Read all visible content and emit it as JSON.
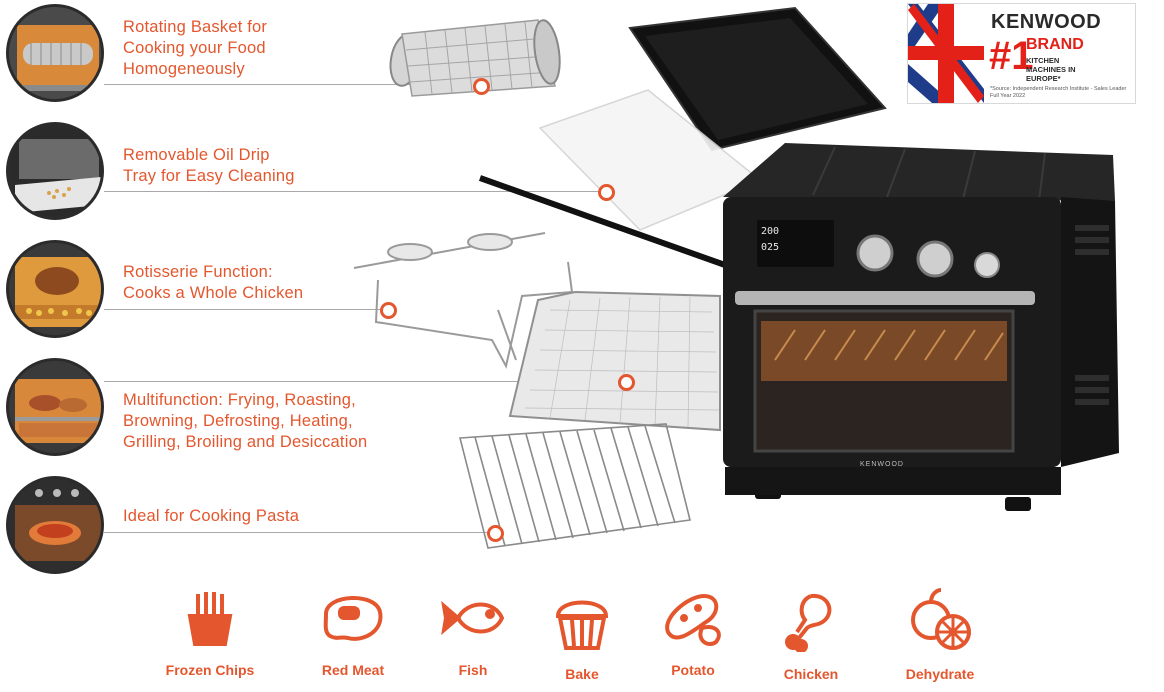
{
  "brand": {
    "name": "KENWOOD",
    "rank": "#1",
    "headline": "BRAND",
    "subtitle": "KITCHEN MACHINES IN EUROPE*",
    "source": "*Source: Independent Research Institute - Sales Leader Full Year 2022"
  },
  "oven": {
    "display_time": "200",
    "display_timer": "025",
    "brand_label": "KENWOOD"
  },
  "features": [
    {
      "text": "Rotating Basket for Cooking your Food Homogeneously",
      "lines": [
        "Rotating Basket for",
        "Cooking your Food",
        "Homogeneously"
      ]
    },
    {
      "text": "Removable Oil Drip Tray for Easy Cleaning",
      "lines": [
        "Removable Oil Drip",
        "Tray for Easy Cleaning"
      ]
    },
    {
      "text": "Rotisserie Function: Cooks a Whole Chicken",
      "lines": [
        "Rotisserie Function:",
        "Cooks a Whole Chicken"
      ]
    },
    {
      "text": "Multifunction: Frying, Roasting, Browning, Defrosting, Heating, Grilling, Broiling and Desiccation",
      "lines": [
        "Multifunction: Frying, Roasting,",
        "Browning, Defrosting, Heating,",
        "Grilling, Broiling and Desiccation"
      ]
    },
    {
      "text": "Ideal for Cooking Pasta",
      "lines": [
        "Ideal for Cooking Pasta"
      ]
    }
  ],
  "foods": [
    {
      "label": "Frozen Chips",
      "icon": "fries-icon"
    },
    {
      "label": "Red Meat",
      "icon": "steak-icon"
    },
    {
      "label": "Fish",
      "icon": "fish-icon"
    },
    {
      "label": "Bake",
      "icon": "cupcake-icon"
    },
    {
      "label": "Potato",
      "icon": "potato-icon"
    },
    {
      "label": "Chicken",
      "icon": "drumstick-icon"
    },
    {
      "label": "Dehydrate",
      "icon": "citrus-icon"
    }
  ],
  "colors": {
    "accent": "#e4572e",
    "brand_red": "#e32119",
    "oven_body": "#1c1c1c"
  }
}
